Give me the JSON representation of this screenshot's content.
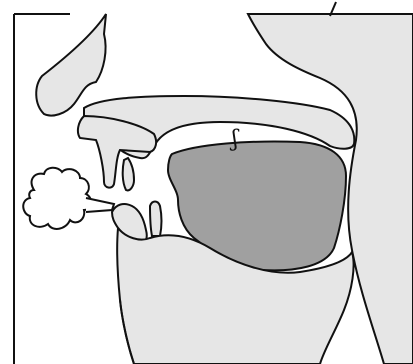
{
  "diagram": {
    "symbol_label": "ʃ",
    "colors": {
      "tissue": "#e6e6e6",
      "tongue": "#a0a0a0",
      "outline": "#111111",
      "background": "#ffffff"
    },
    "parts": [
      "nose",
      "upper-lip",
      "upper-teeth",
      "hard-palate",
      "tongue",
      "lower-teeth",
      "lower-lip",
      "jaw",
      "pharynx-wall",
      "airflow-cloud"
    ]
  }
}
